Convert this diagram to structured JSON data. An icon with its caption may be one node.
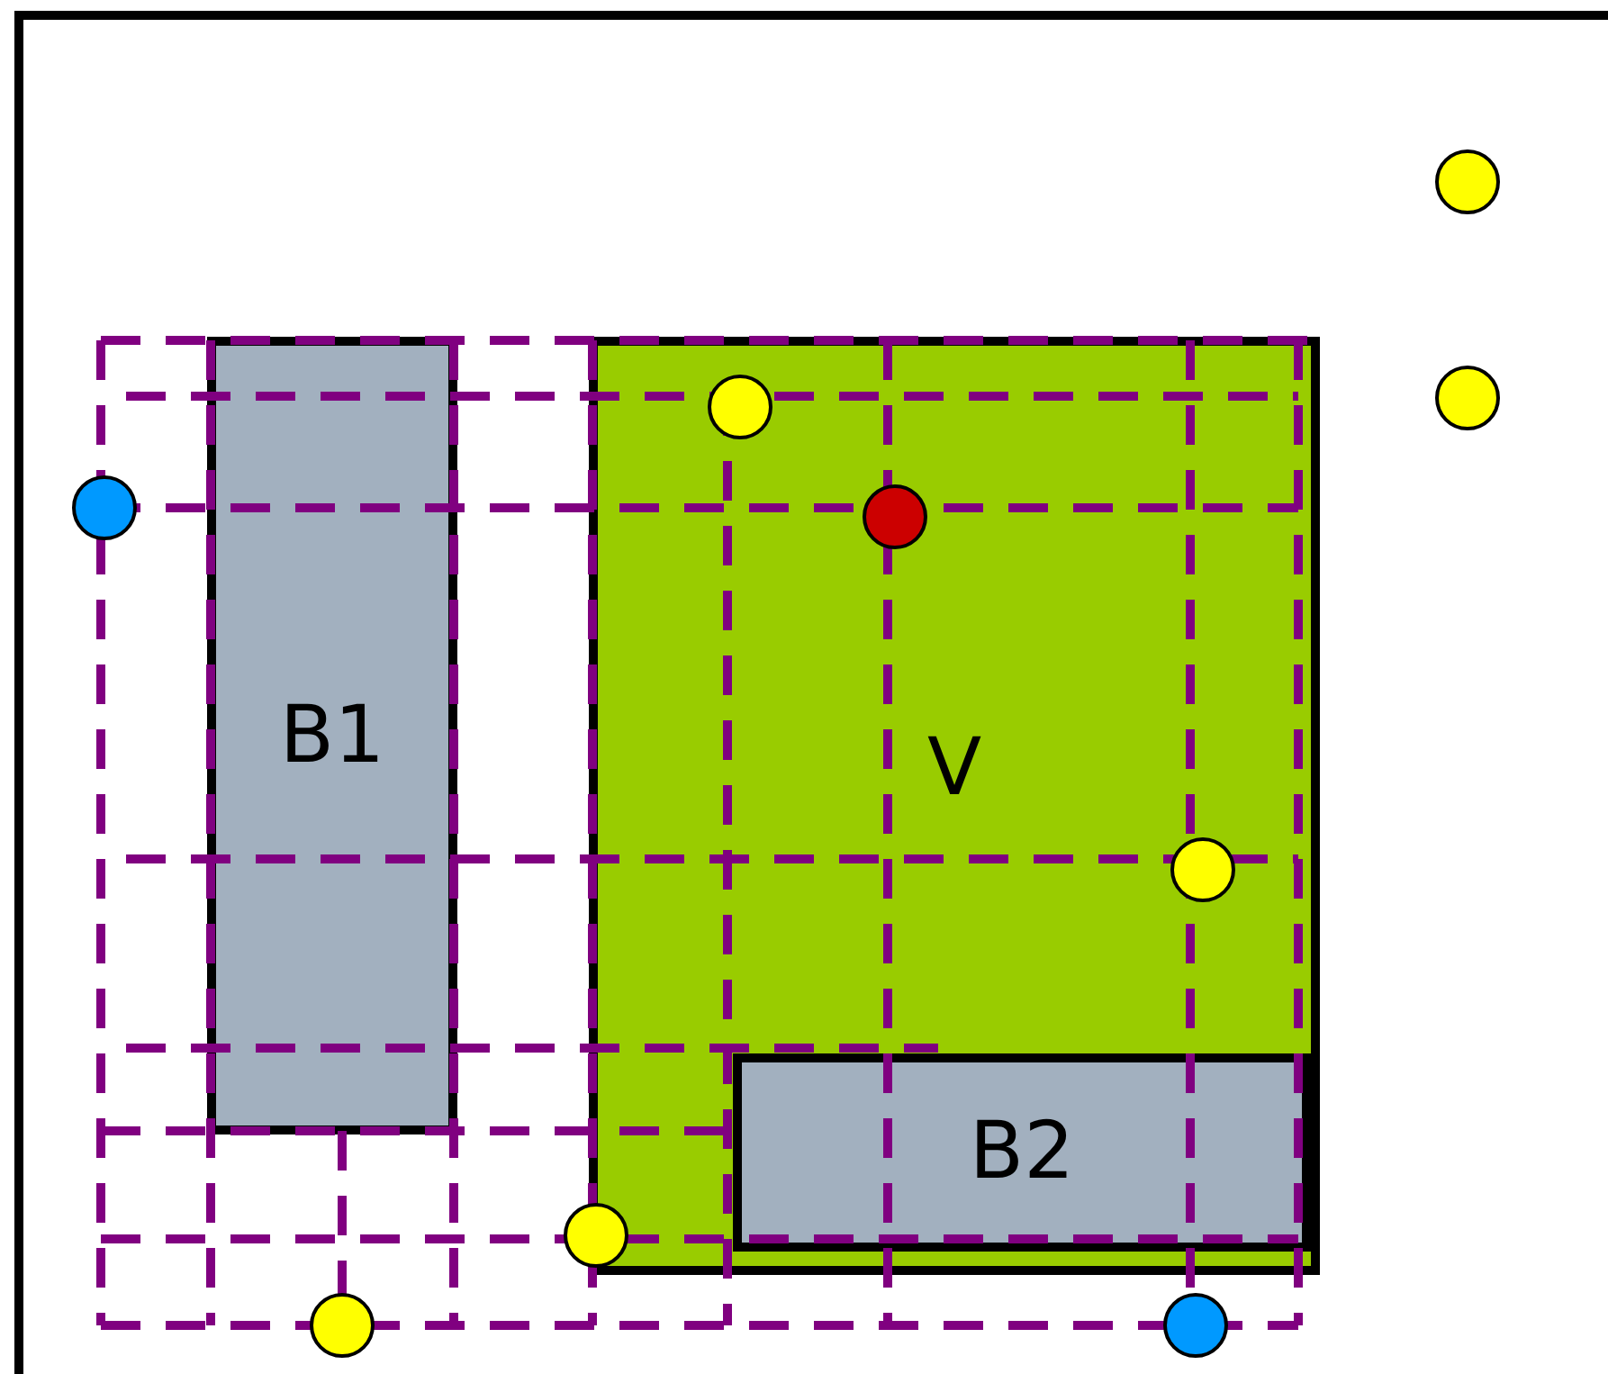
{
  "diagram": {
    "nodes": [
      {
        "text": [
          "B1"
        ]
      },
      {
        "text": [
          "V"
        ]
      },
      {
        "text": [
          "B2"
        ],
        "in": 1
      },
      {
        "text": [],
        "shape": "circle"
      },
      {
        "text": [],
        "shape": "circle"
      },
      {
        "text": [],
        "shape": "circle",
        "in": 1
      },
      {
        "text": [],
        "shape": "circle"
      },
      {
        "text": [],
        "shape": "circle",
        "in": 1
      },
      {
        "text": [],
        "shape": "circle",
        "in": 1
      },
      {
        "text": [],
        "shape": "circle"
      },
      {
        "text": [],
        "shape": "circle"
      },
      {
        "text": [],
        "shape": "circle"
      }
    ],
    "edges": []
  }
}
